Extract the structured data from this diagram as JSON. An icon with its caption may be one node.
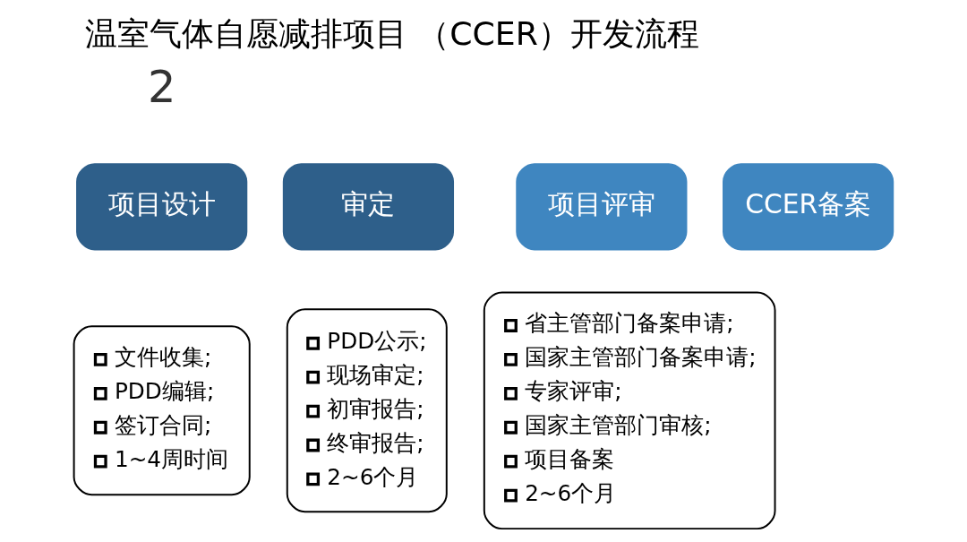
{
  "diagram": {
    "title": "温室气体自愿减排项目 （CCER）开发流程",
    "nodes": [
      {
        "text": [
          "项目设计"
        ]
      },
      {
        "text": [
          "审定"
        ]
      },
      {
        "text": [
          "项目评审"
        ]
      },
      {
        "text": [
          "CCER备案"
        ]
      },
      {
        "text": [
          "文件收集;",
          "PDD编辑;",
          "签订合同;",
          "1~4周时间"
        ]
      },
      {
        "text": [
          "PDD公示;",
          "现场审定;",
          "初审报告;",
          "终审报告;",
          "2~6个月"
        ]
      },
      {
        "text": [
          "省主管部门备案申请;",
          "国家主管部门备案申请;",
          "专家评审;",
          "国家主管部门审核;",
          "项目备案",
          "2~6个月"
        ]
      }
    ],
    "edges": [],
    "labels": [
      "2"
    ]
  }
}
